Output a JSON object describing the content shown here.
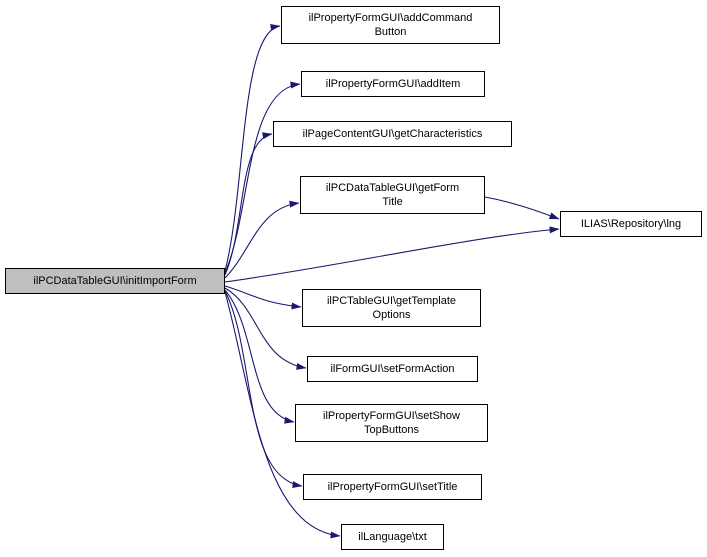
{
  "diagram": {
    "type": "call-graph",
    "edge_color": "#191970",
    "main_node_fill": "#bfbfbf",
    "node_fill": "#ffffff",
    "nodes": {
      "initImportForm": {
        "lines": [
          "ilPCDataTableGUI\\initImportForm"
        ]
      },
      "addCommandButton": {
        "lines": [
          "ilPropertyFormGUI\\addCommand",
          "Button"
        ]
      },
      "addItem": {
        "lines": [
          "ilPropertyFormGUI\\addItem"
        ]
      },
      "getCharacteristics": {
        "lines": [
          "ilPageContentGUI\\getCharacteristics"
        ]
      },
      "getFormTitle": {
        "lines": [
          "ilPCDataTableGUI\\getForm",
          "Title"
        ]
      },
      "lng": {
        "lines": [
          "ILIAS\\Repository\\lng"
        ]
      },
      "getTemplateOptions": {
        "lines": [
          "ilPCTableGUI\\getTemplate",
          "Options"
        ]
      },
      "setFormAction": {
        "lines": [
          "ilFormGUI\\setFormAction"
        ]
      },
      "setShowTopButtons": {
        "lines": [
          "ilPropertyFormGUI\\setShow",
          "TopButtons"
        ]
      },
      "setTitle": {
        "lines": [
          "ilPropertyFormGUI\\setTitle"
        ]
      },
      "txt": {
        "lines": [
          "ilLanguage\\txt"
        ]
      }
    },
    "edges": [
      {
        "from": "initImportForm",
        "to": "addCommandButton"
      },
      {
        "from": "initImportForm",
        "to": "addItem"
      },
      {
        "from": "initImportForm",
        "to": "getCharacteristics"
      },
      {
        "from": "initImportForm",
        "to": "getFormTitle"
      },
      {
        "from": "initImportForm",
        "to": "lng"
      },
      {
        "from": "initImportForm",
        "to": "getTemplateOptions"
      },
      {
        "from": "initImportForm",
        "to": "setFormAction"
      },
      {
        "from": "initImportForm",
        "to": "setShowTopButtons"
      },
      {
        "from": "initImportForm",
        "to": "setTitle"
      },
      {
        "from": "initImportForm",
        "to": "txt"
      },
      {
        "from": "getFormTitle",
        "to": "lng"
      }
    ]
  }
}
